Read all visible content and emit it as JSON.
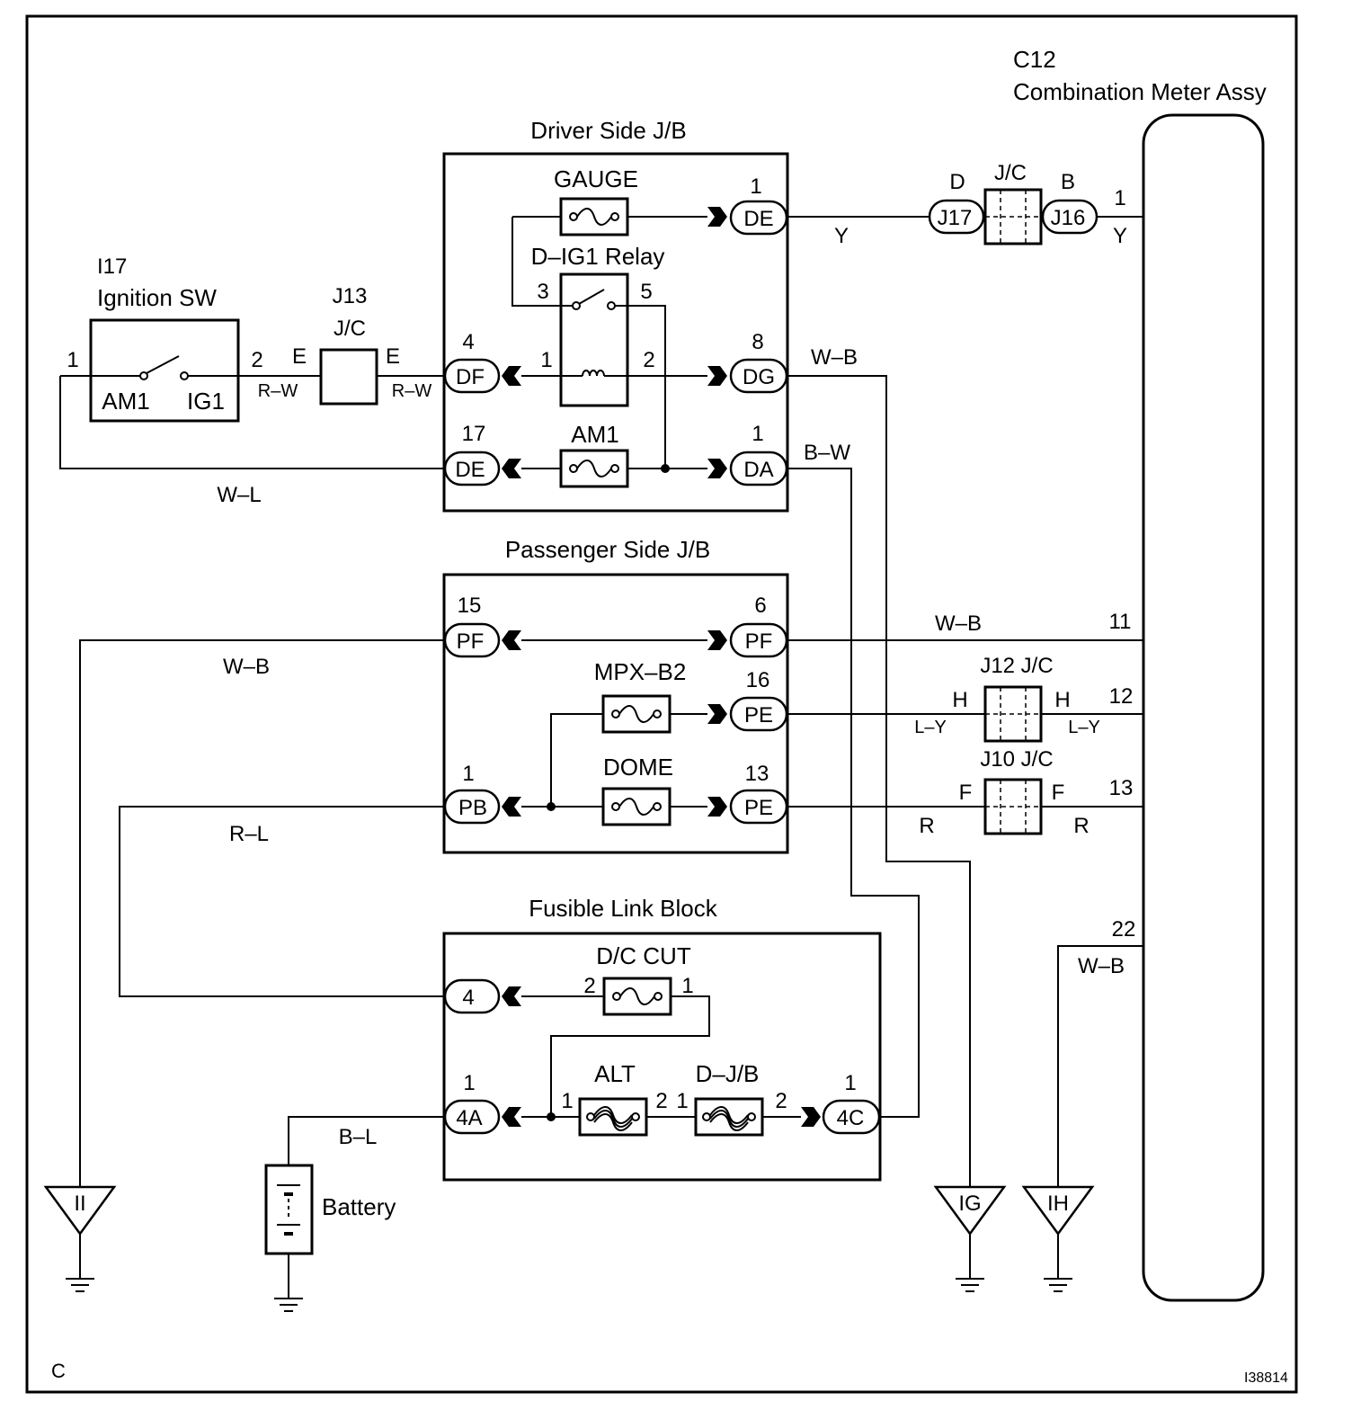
{
  "meter": {
    "code": "C12",
    "name": "Combination Meter Assy"
  },
  "driver_jb": {
    "title": "Driver Side J/B",
    "gauge": "GAUGE",
    "relay": "D–IG1 Relay",
    "am1_fuse": "AM1",
    "relay_pins": {
      "p3": "3",
      "p5": "5",
      "p1": "1",
      "p2": "2"
    },
    "connectors": {
      "de_out": "DE",
      "df": "DF",
      "dg": "DG",
      "de_in": "DE",
      "da": "DA"
    },
    "pins": {
      "de_out": "1",
      "df": "4",
      "dg": "8",
      "de_in": "17",
      "da": "1"
    }
  },
  "ignition": {
    "code": "I17",
    "name": "Ignition SW",
    "am1": "AM1",
    "ig1": "IG1",
    "pin1": "1",
    "pin2": "2"
  },
  "j13": {
    "code": "J13",
    "type": "J/C",
    "left_pin": "E",
    "right_pin": "E"
  },
  "jc_top": {
    "title": "J/C",
    "left_label": "D",
    "right_label": "B",
    "j17": "J17",
    "j16": "J16"
  },
  "passenger_jb": {
    "title": "Passenger Side J/B",
    "mpx": "MPX–B2",
    "dome": "DOME",
    "connectors": {
      "pf_l": "PF",
      "pf_r": "PF",
      "pe16": "PE",
      "pb": "PB",
      "pe13": "PE"
    },
    "pins": {
      "pf_l": "15",
      "pf_r": "6",
      "pe16": "16",
      "pb": "1",
      "pe13": "13"
    }
  },
  "j12": {
    "title": "J12 J/C",
    "left": "H",
    "right": "H"
  },
  "j10": {
    "title": "J10 J/C",
    "left": "F",
    "right": "F"
  },
  "fusible": {
    "title": "Fusible Link Block",
    "dc_cut": "D/C CUT",
    "alt": "ALT",
    "djb": "D–J/B",
    "connectors": {
      "c4": "4",
      "c4a": "4A",
      "c4c": "4C"
    },
    "pins": {
      "c4a": "1",
      "c4c": "1",
      "dc2": "2",
      "dc1": "1",
      "alt1": "1",
      "alt2": "2",
      "djb1": "1",
      "djb2": "2"
    }
  },
  "meter_pins": {
    "p1": "1",
    "p11": "11",
    "p12": "12",
    "p13": "13",
    "p22": "22"
  },
  "wires": {
    "y1": "Y",
    "y2": "Y",
    "rw1": "R–W",
    "rw2": "R–W",
    "wb_dg": "W–B",
    "bw": "B–W",
    "wl": "W–L",
    "wb_pf": "W–B",
    "wb_left": "W–B",
    "ly1": "L–Y",
    "ly2": "L–Y",
    "r1": "R",
    "r2": "R",
    "rl": "R–L",
    "bl": "B–L",
    "wb22": "W–B"
  },
  "grounds": {
    "ii": "II",
    "ig": "IG",
    "ih": "IH"
  },
  "battery": "Battery",
  "footer": {
    "letter": "C",
    "code": "I38814"
  }
}
